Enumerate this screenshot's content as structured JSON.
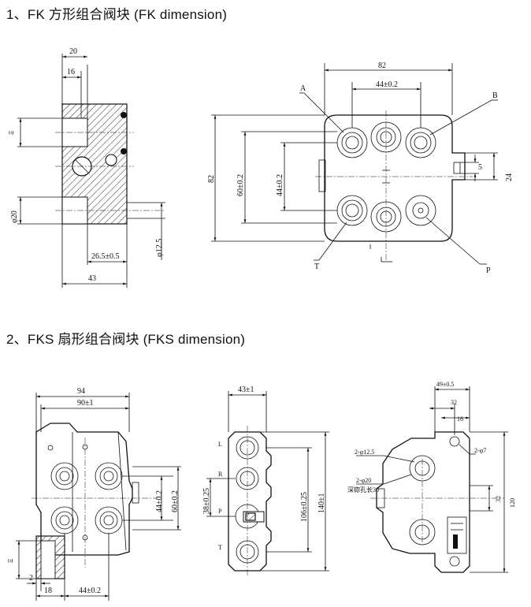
{
  "headings": {
    "fk": "1、FK 方形组合阀块  (FK dimension)",
    "fks": "2、FKS 扇形组合阀块  (FKS dimension)"
  },
  "fk_side": {
    "d20": "20",
    "d16": "16",
    "tag": "Ξ",
    "phi20": "φ20",
    "phi12_5": "φ12.5",
    "d26_5": "26.5±0.5",
    "d43": "43"
  },
  "fk_front": {
    "d82_top": "82",
    "d44_top": "44±0.2",
    "label_A": "A",
    "label_B": "B",
    "d82_left": "82",
    "d60": "60±0.2",
    "d44_left": "44±0.2",
    "d5": "5",
    "d24": "24",
    "label_T": "T",
    "label_P": "P"
  },
  "fks_left": {
    "d94": "94",
    "d90": "90±1",
    "d44": "44±0.2",
    "d60": "60±0.2",
    "tag": "Ξ",
    "d2": "2",
    "d18": "18",
    "d44_bottom": "44±0.2"
  },
  "fks_mid": {
    "d43": "43±1",
    "port_L": "L",
    "port_R": "R",
    "port_P": "P",
    "port_T": "T",
    "d38": "38±0.25",
    "d106": "106±0.25",
    "d140": "140±1"
  },
  "fks_right": {
    "d49": "49±0.5",
    "d32_top": "32",
    "d16": "16",
    "phi12_5": "2-φ12.5",
    "phi7": "2-φ7",
    "phi20": "2-φ20",
    "note": "深锪孔长30",
    "d32_right": "32",
    "d120": "120"
  }
}
